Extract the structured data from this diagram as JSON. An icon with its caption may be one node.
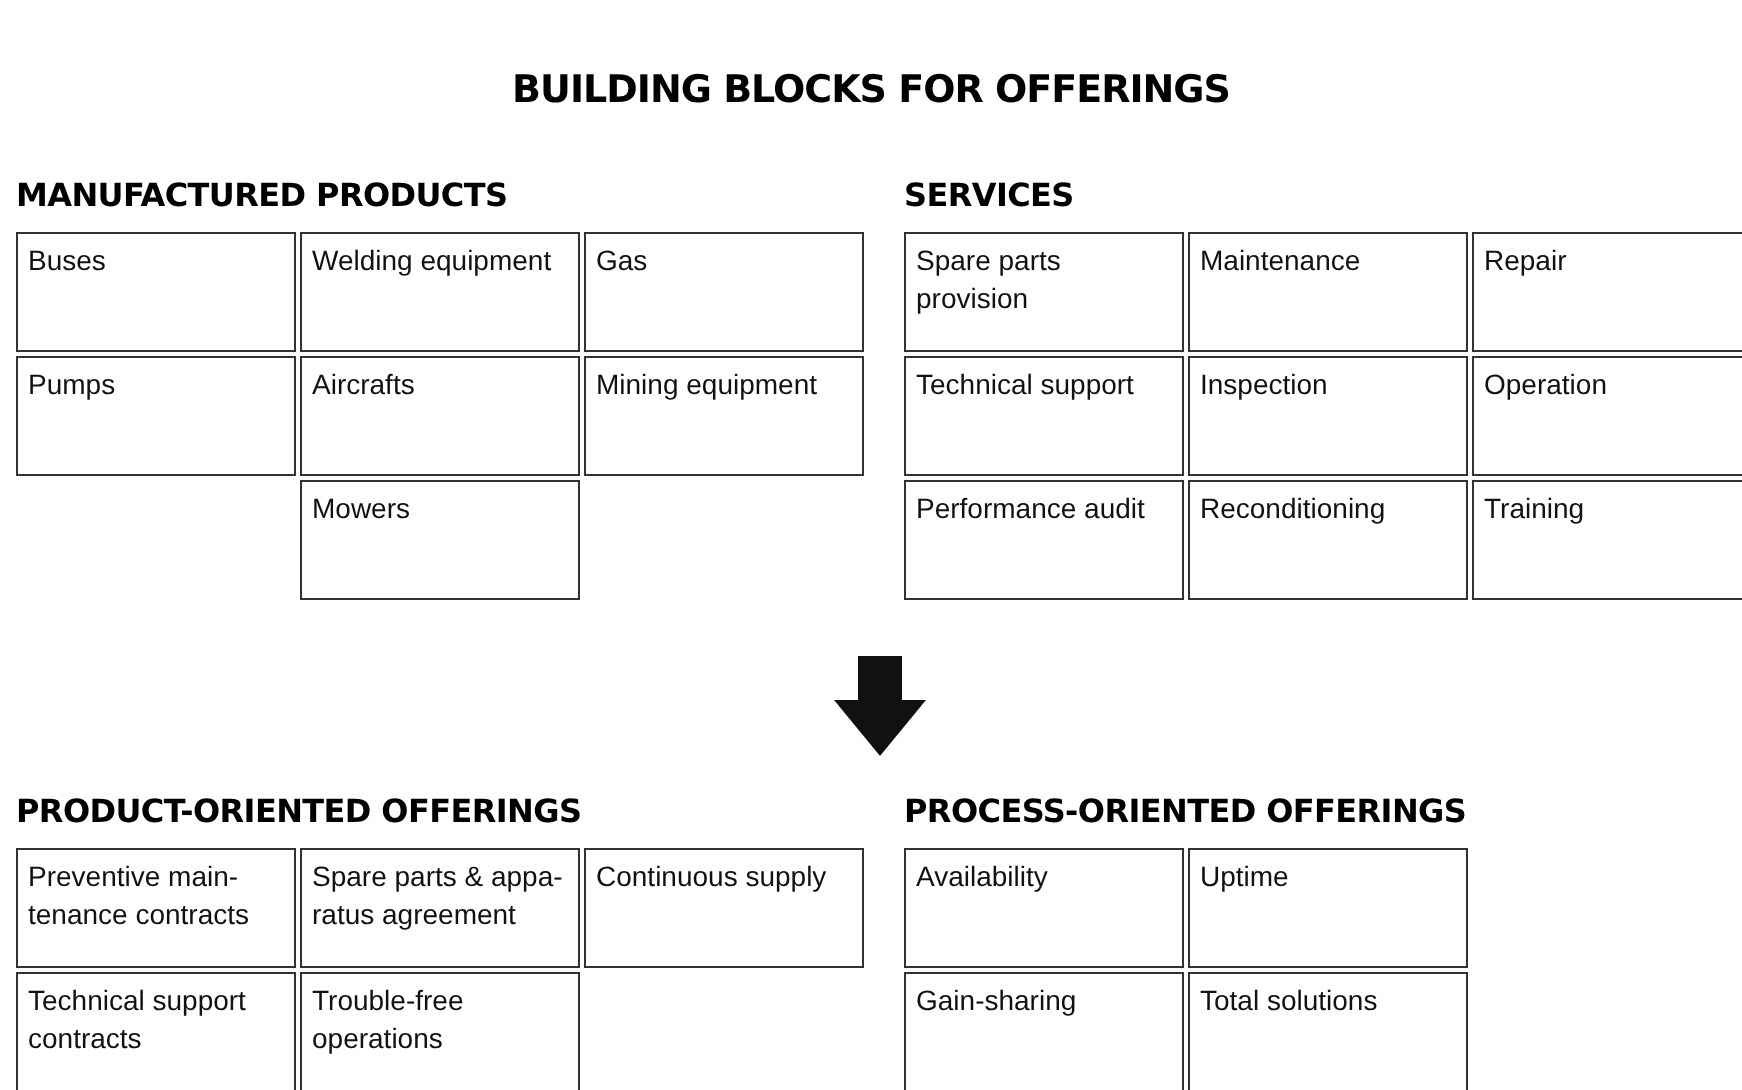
{
  "diagram": {
    "title": "BUILDING BLOCKS FOR OFFERINGS",
    "nodes": [
      {
        "text": [
          "MANUFACTURED PRODUCTS"
        ]
      },
      {
        "text": [
          "Buses"
        ],
        "in": 0
      },
      {
        "text": [
          "Welding equipment"
        ],
        "in": 0
      },
      {
        "text": [
          "Gas"
        ],
        "in": 0
      },
      {
        "text": [
          "Pumps"
        ],
        "in": 0
      },
      {
        "text": [
          "Aircrafts"
        ],
        "in": 0
      },
      {
        "text": [
          "Mining equipment"
        ],
        "in": 0
      },
      {
        "text": [
          "Mowers"
        ],
        "in": 0
      },
      {
        "text": [
          "SERVICES"
        ]
      },
      {
        "text": [
          "Spare parts provision"
        ],
        "in": 8
      },
      {
        "text": [
          "Maintenance"
        ],
        "in": 8
      },
      {
        "text": [
          "Repair"
        ],
        "in": 8
      },
      {
        "text": [
          "Technical support"
        ],
        "in": 8
      },
      {
        "text": [
          "Inspection"
        ],
        "in": 8
      },
      {
        "text": [
          "Operation"
        ],
        "in": 8
      },
      {
        "text": [
          "Performance audit"
        ],
        "in": 8
      },
      {
        "text": [
          "Reconditioning"
        ],
        "in": 8
      },
      {
        "text": [
          "Training"
        ],
        "in": 8
      },
      {
        "text": [
          "PRODUCT-ORIENTED OFFERINGS"
        ]
      },
      {
        "text": [
          "Preventive main-tenance contracts"
        ],
        "in": 18
      },
      {
        "text": [
          "Spare parts & appa-ratus agreement"
        ],
        "in": 18
      },
      {
        "text": [
          "Continuous supply"
        ],
        "in": 18
      },
      {
        "text": [
          "Technical support contracts"
        ],
        "in": 18
      },
      {
        "text": [
          "Trouble-free operations"
        ],
        "in": 18
      },
      {
        "text": [
          "PROCESS-ORIENTED OFFERINGS"
        ]
      },
      {
        "text": [
          "Availability"
        ],
        "in": 24
      },
      {
        "text": [
          "Uptime"
        ],
        "in": 24
      },
      {
        "text": [
          "Gain-sharing"
        ],
        "in": 24
      },
      {
        "text": [
          "Total solutions"
        ],
        "in": 24
      }
    ]
  }
}
